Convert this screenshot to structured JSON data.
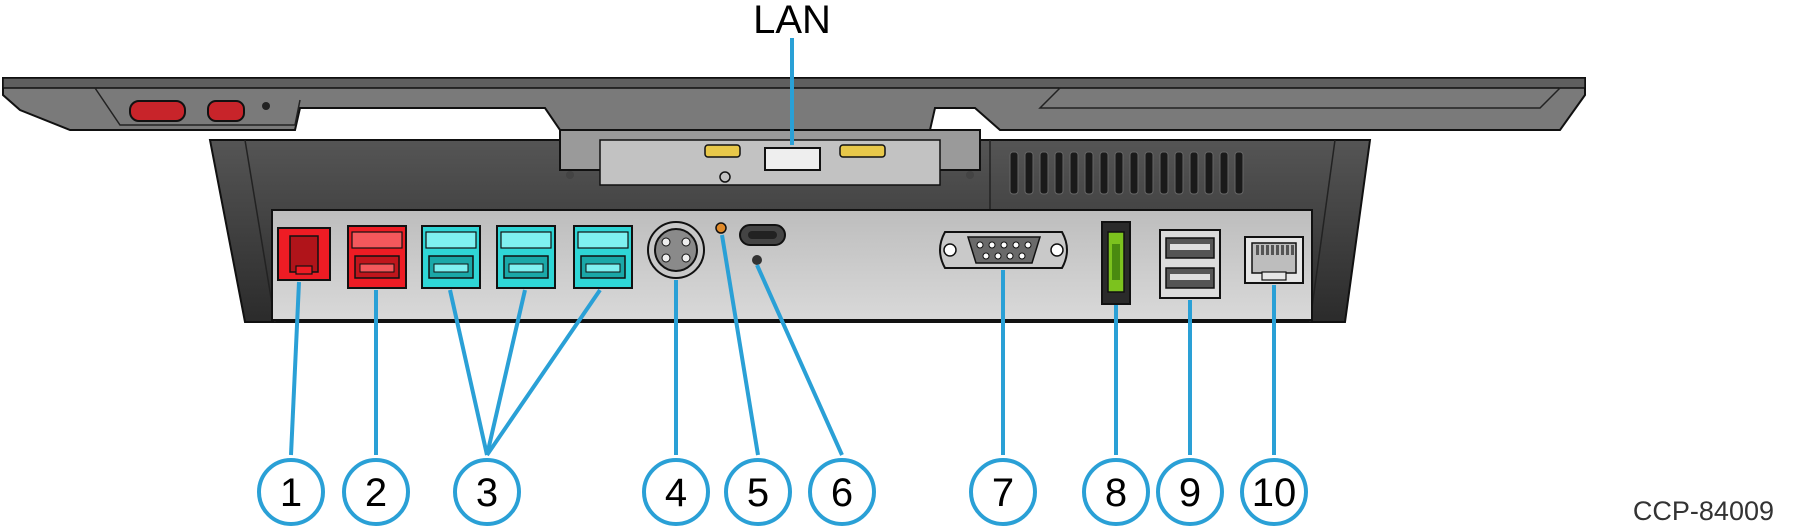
{
  "top_label": "LAN",
  "figure_id": "CCP-84009",
  "callouts": [
    "1",
    "2",
    "3",
    "4",
    "5",
    "6",
    "7",
    "8",
    "9",
    "10"
  ],
  "colors": {
    "leader_line": "#2aa0d6",
    "red_port": "#ee1c24",
    "cyan_port": "#2fd6d6",
    "green_port": "#7cc21e",
    "body_dark": "#3a3a3a",
    "body_mid": "#6b6b6b",
    "panel_light": "#d0d0d0"
  },
  "icons": [
    "rj12-port-icon",
    "powered-usb-port-icon",
    "usb-c-port-icon",
    "db9-serial-port-icon",
    "usb-a-port-icon",
    "rj45-port-icon"
  ]
}
